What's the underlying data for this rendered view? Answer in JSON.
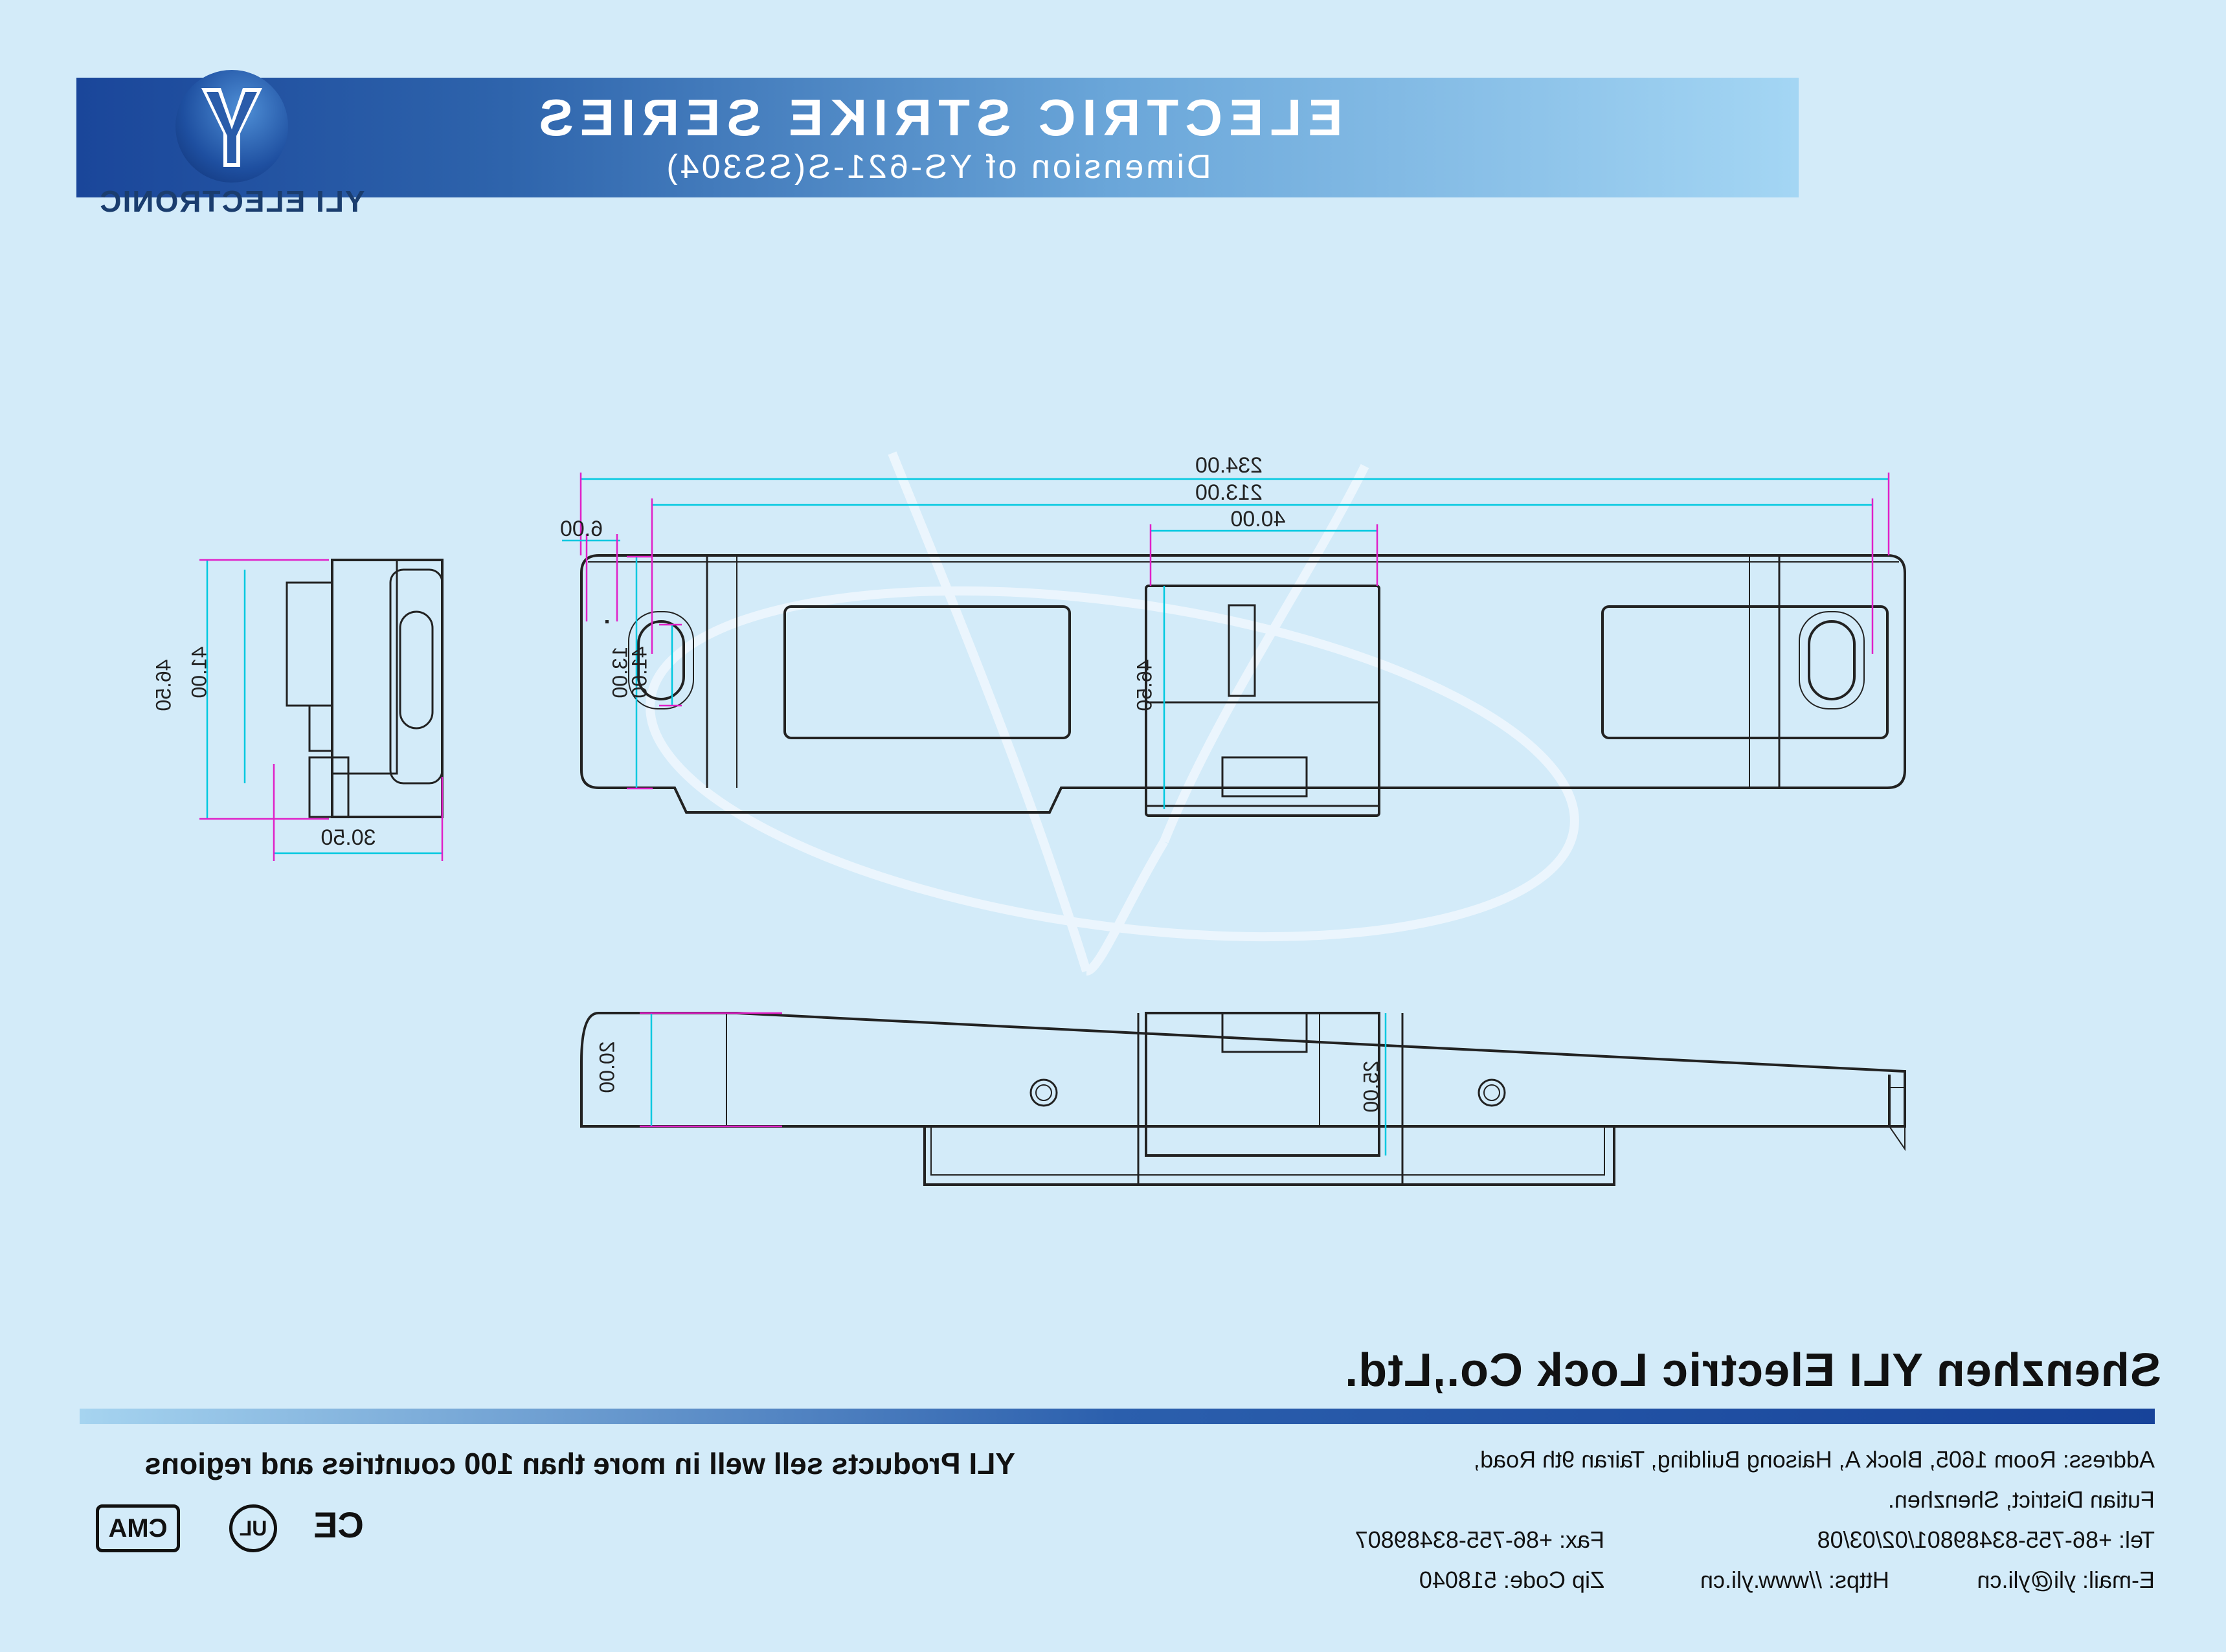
{
  "header": {
    "title": "ELECTRIC STRIKE SERIES",
    "subtitle": "Dimension of YS-621-S(SS304)"
  },
  "logo": {
    "name": "YLI ELECTRONIC",
    "icon": "yli-y-logo-icon"
  },
  "dimensions": {
    "overall_length": "234.00",
    "hole_spacing": "213.00",
    "center_opening": "40.00",
    "edge_offset": "6.00",
    "face_height": "41.00",
    "hole_length": "13.00",
    "body_height": "46.50",
    "side_height": "41.00",
    "side_body_height": "46.50",
    "depth": "30.50",
    "top_view_depth": "20.00",
    "keeper_depth": "25.00"
  },
  "footer": {
    "company": "Shenzhen YLI Electric Lock Co.,Ltd.",
    "address_line1": "Address: Room 1605, Block A, Haisong Building, Tairan 9th Road,",
    "address_line2": "Futian District, Shenzhen.",
    "tel": "Tel: +86-755-83489801/02/03/08",
    "fax": "Fax: +86-755-83489807",
    "email": "E-mail: yli@yli.cn",
    "website": "Https: //www.yli.cn",
    "zip": "Zip Code: 518040",
    "tagline": "YLI Products sell well in more than 100 countries and regions"
  },
  "certifications": {
    "ce": "CE",
    "ul": "UL",
    "cma": "CMA"
  },
  "colors": {
    "background": "#d3ebf9",
    "banner_dark": "#1a469a",
    "banner_light": "#a4d6f4",
    "dim_cyan": "#00c8e0",
    "dim_magenta": "#e020c8"
  }
}
